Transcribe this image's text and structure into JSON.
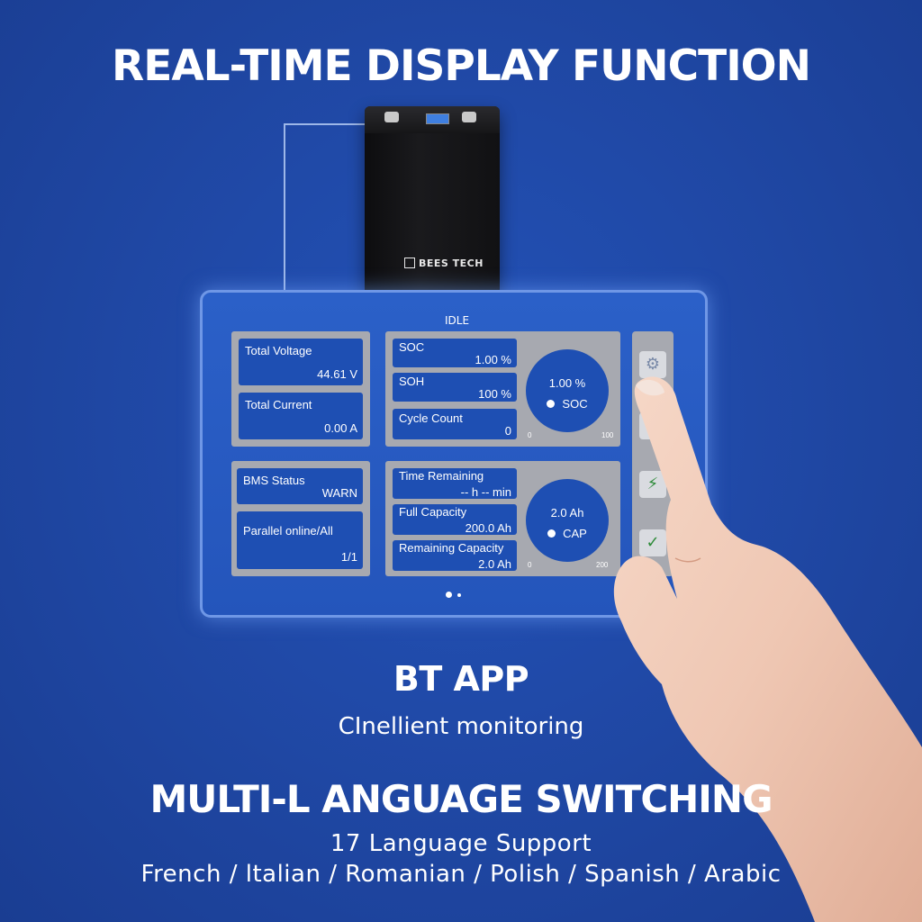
{
  "header": {
    "title": "REAL-TIME DISPLAY FUNCTION"
  },
  "device": {
    "brand": "BEES TECH"
  },
  "screen": {
    "state": "IDLE",
    "total_voltage": {
      "label": "Total Voltage",
      "value": "44.61  V"
    },
    "total_current": {
      "label": "Total Current",
      "value": "0.00  A"
    },
    "soc": {
      "label": "SOC",
      "value": "1.00 %"
    },
    "soh": {
      "label": "SOH",
      "value": "100 %"
    },
    "cycle_count": {
      "label": "Cycle Count",
      "value": "0"
    },
    "soc_gauge": {
      "value": "1.00 %",
      "label": "SOC",
      "min": "0",
      "max": "100"
    },
    "bms_status": {
      "label": "BMS Status",
      "value": "WARN"
    },
    "parallel": {
      "label": "Parallel online/All",
      "value": "1/1"
    },
    "time_remaining": {
      "label": "Time Remaining",
      "value": "-- h -- min"
    },
    "full_capacity": {
      "label": "Full Capacity",
      "value": "200.0 Ah"
    },
    "remaining_capacity": {
      "label": "Remaining Capacity",
      "value": "2.0 Ah"
    },
    "cap_gauge": {
      "value": "2.0 Ah",
      "label": "CAP",
      "min": "0",
      "max": "200"
    },
    "sidebar_icons": [
      "gear-icon",
      "battery-icon",
      "battery-charge-icon",
      "battery-check-icon"
    ],
    "page": {
      "current": 1,
      "total": 2
    }
  },
  "bt": {
    "title": "BT APP",
    "subtitle": "CInellient monitoring"
  },
  "multilang": {
    "title": "MULTI-L ANGUAGE SWITCHING",
    "count": "17 Language Support",
    "languages": "French / ltalian / Romanian / Polish / Spanish / Arabic"
  },
  "colors": {
    "background": "#1f47a3",
    "tile": "#1e4fb3",
    "card": "#a7a9b0",
    "panel_border": "#6f97e6"
  }
}
